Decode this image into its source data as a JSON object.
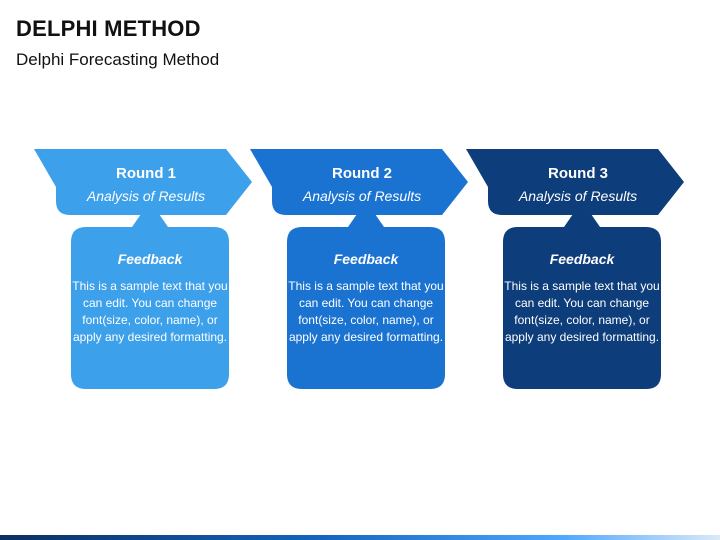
{
  "title": "DELPHI METHOD",
  "subtitle": "Delphi Forecasting Method",
  "rounds": [
    {
      "label": "Round 1",
      "sublabel": "Analysis of Results",
      "feedback_title": "Feedback",
      "feedback_text": "This is a sample text that you can edit. You can change font(size, color, name), or apply any desired formatting.",
      "color": "#3da0ea"
    },
    {
      "label": "Round 2",
      "sublabel": "Analysis of Results",
      "feedback_title": "Feedback",
      "feedback_text": "This is a sample text that you can edit. You can change font(size, color, name), or apply any desired formatting.",
      "color": "#1a73d1"
    },
    {
      "label": "Round 3",
      "sublabel": "Analysis of Results",
      "feedback_title": "Feedback",
      "feedback_text": "This is a sample text that you can edit. You can change font(size, color, name), or apply any desired formatting.",
      "color": "#0d3d7a"
    }
  ]
}
